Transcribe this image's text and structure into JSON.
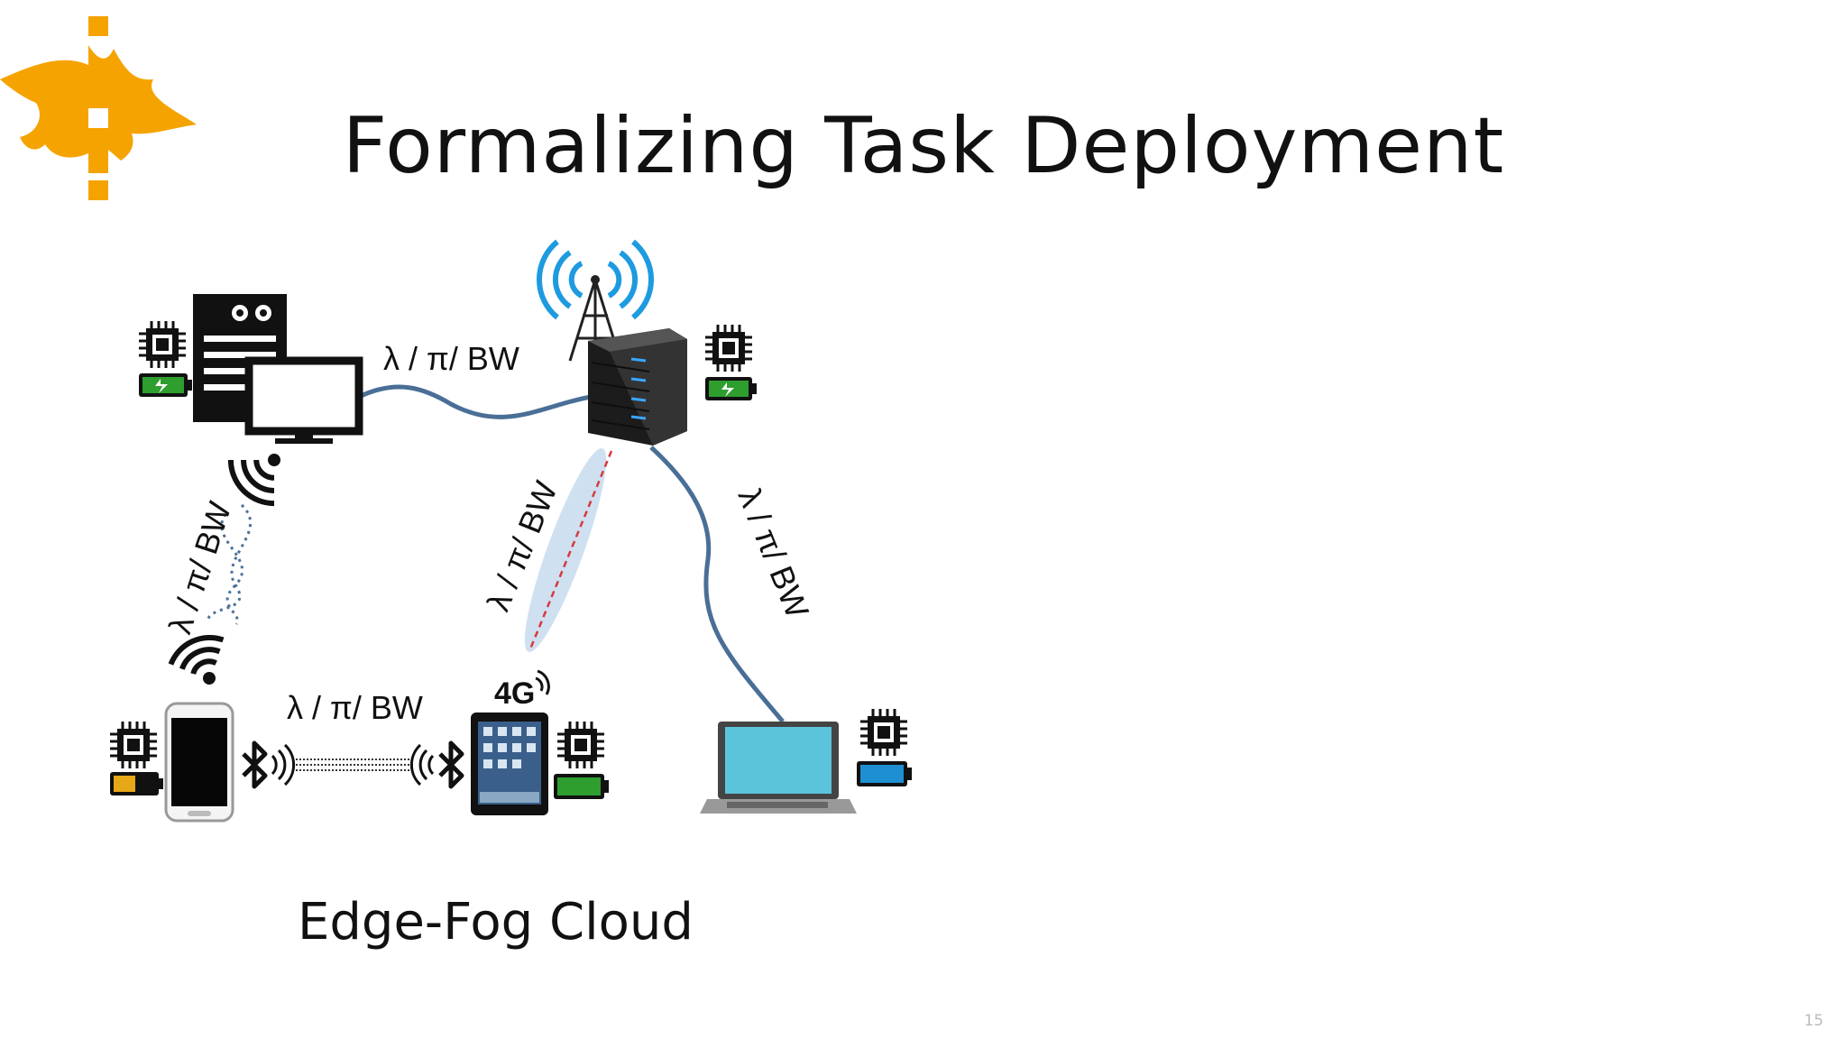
{
  "slide": {
    "title": "Formalizing Task Deployment",
    "caption": "Edge-Fog Cloud",
    "page_number": "15"
  },
  "diagram": {
    "link_label": "λ / π/ BW",
    "nodes": [
      {
        "id": "desktop",
        "icon": "desktop-computer-icon",
        "extras": [
          "cpu-chip-icon",
          "battery-charging-icon",
          "wifi-icon"
        ]
      },
      {
        "id": "fog-server",
        "icon": "server-icon",
        "extras": [
          "radio-tower-icon",
          "cpu-chip-icon",
          "battery-charging-icon"
        ]
      },
      {
        "id": "smartphone",
        "icon": "smartphone-icon",
        "extras": [
          "cpu-chip-icon",
          "battery-half-icon",
          "wifi-icon",
          "bluetooth-icon"
        ]
      },
      {
        "id": "tablet",
        "icon": "tablet-icon",
        "extras": [
          "cpu-chip-icon",
          "battery-full-icon",
          "4g-icon",
          "bluetooth-icon"
        ]
      },
      {
        "id": "laptop",
        "icon": "laptop-icon",
        "extras": [
          "cpu-chip-icon",
          "battery-full-icon"
        ]
      }
    ],
    "links": [
      {
        "from": "desktop",
        "to": "fog-server",
        "medium": "wired"
      },
      {
        "from": "desktop",
        "to": "smartphone",
        "medium": "wifi"
      },
      {
        "from": "fog-server",
        "to": "tablet",
        "medium": "4g"
      },
      {
        "from": "fog-server",
        "to": "laptop",
        "medium": "wired"
      },
      {
        "from": "smartphone",
        "to": "tablet",
        "medium": "bluetooth"
      }
    ],
    "colors": {
      "logo": "#F5A300",
      "cable": "#4A6F96",
      "wireless_signal": "#1E9BE0",
      "lte_link": "#D43B3B",
      "battery_green": "#2E9E2E",
      "battery_yellow": "#E6A817",
      "battery_blue": "#1E8FD0",
      "laptop_screen": "#5CC4DA"
    }
  }
}
